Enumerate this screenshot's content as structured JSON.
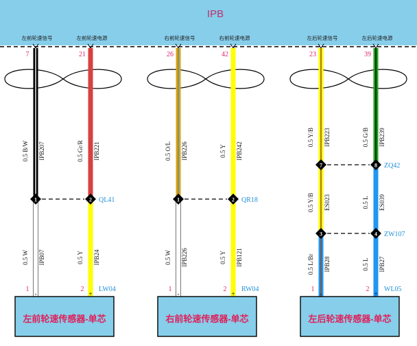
{
  "header": {
    "title": "IPB",
    "colors": {
      "background": "#87CEEB",
      "title": "#C0306A"
    }
  },
  "colors": {
    "pin_number": "#E0206E",
    "connector_ref": "#1E8FD8",
    "box_fill": "#87CEEB",
    "box_text": "#E0205A",
    "dashed": "#000000"
  },
  "wire_colors": {
    "black": "#000000",
    "red": "#D94040",
    "yellow": "#FFFF00",
    "blue": "#2196F3",
    "green": "#1E9E1E",
    "white": "#FFFFFF",
    "orange": "#E8A000",
    "brown": "#8B4513",
    "outline": "#555555"
  },
  "sensors": [
    {
      "name": "左前轮速传感器-单芯",
      "connector": "LW04",
      "wires": [
        {
          "signal": "左前轮速信号",
          "ipb_pin": "7",
          "sensor_pin": "1",
          "pole": "-",
          "segments": [
            {
              "spec": "0.5 B/W",
              "circuit": "IPB207",
              "color": "black",
              "stripe": "white"
            },
            {
              "spec": "0.5 W",
              "circuit": "IPB07",
              "color": "white",
              "stripe": ""
            }
          ],
          "splices": [
            {
              "num": "1"
            }
          ]
        },
        {
          "signal": "左前轮速电源",
          "ipb_pin": "21",
          "sensor_pin": "2",
          "pole": "+",
          "segments": [
            {
              "spec": "0.5 Gr/R",
              "circuit": "IPB221",
              "color": "red",
              "stripe": ""
            },
            {
              "spec": "0.5 Y",
              "circuit": "IPB24",
              "color": "yellow",
              "stripe": ""
            }
          ],
          "splices": [
            {
              "num": "2",
              "connector": "QL41"
            }
          ]
        }
      ]
    },
    {
      "name": "右前轮速传感器-单芯",
      "connector": "RW04",
      "wires": [
        {
          "signal": "右前轮速信号",
          "ipb_pin": "26",
          "sensor_pin": "1",
          "pole": "-",
          "segments": [
            {
              "spec": "0.5 O/L",
              "circuit": "IPB226",
              "color": "orange",
              "stripe": "blue"
            },
            {
              "spec": "0.5 W",
              "circuit": "IPB226",
              "color": "white",
              "stripe": ""
            }
          ],
          "splices": [
            {
              "num": "1"
            }
          ]
        },
        {
          "signal": "右前轮速电源",
          "ipb_pin": "42",
          "sensor_pin": "2",
          "pole": "+",
          "segments": [
            {
              "spec": "0.5 Y",
              "circuit": "IPB242",
              "color": "yellow",
              "stripe": ""
            },
            {
              "spec": "0.5 Y",
              "circuit": "IPB121",
              "color": "yellow",
              "stripe": ""
            }
          ],
          "splices": [
            {
              "num": "2",
              "connector": "QR18"
            }
          ]
        }
      ]
    },
    {
      "name": "左后轮速传感器-单芯",
      "connector": "WL05",
      "wires": [
        {
          "signal": "左后轮速信号",
          "ipb_pin": "23",
          "sensor_pin": "1",
          "pole": "-",
          "segments": [
            {
              "spec": "0.5 Y/B",
              "circuit": "IPB223",
              "color": "yellow",
              "stripe": "brown"
            },
            {
              "spec": "0.5 Y/B",
              "circuit": "ES023",
              "color": "yellow",
              "stripe": "brown"
            },
            {
              "spec": "0.5 L/Br",
              "circuit": "IPB28",
              "color": "blue",
              "stripe": "brown"
            }
          ],
          "splices": [
            {
              "num": "7"
            },
            {
              "num": "3"
            }
          ]
        },
        {
          "signal": "左后轮速电源",
          "ipb_pin": "39",
          "sensor_pin": "2",
          "pole": "+",
          "segments": [
            {
              "spec": "0.5 G/B",
              "circuit": "IPB239",
              "color": "green",
              "stripe": "black"
            },
            {
              "spec": "0.5 L",
              "circuit": "ES039",
              "color": "blue",
              "stripe": ""
            },
            {
              "spec": "0.5 L",
              "circuit": "IPB27",
              "color": "blue",
              "stripe": ""
            }
          ],
          "splices": [
            {
              "num": "8",
              "connector": "ZQ42"
            },
            {
              "num": "4",
              "connector": "ZW107"
            }
          ]
        }
      ]
    }
  ]
}
